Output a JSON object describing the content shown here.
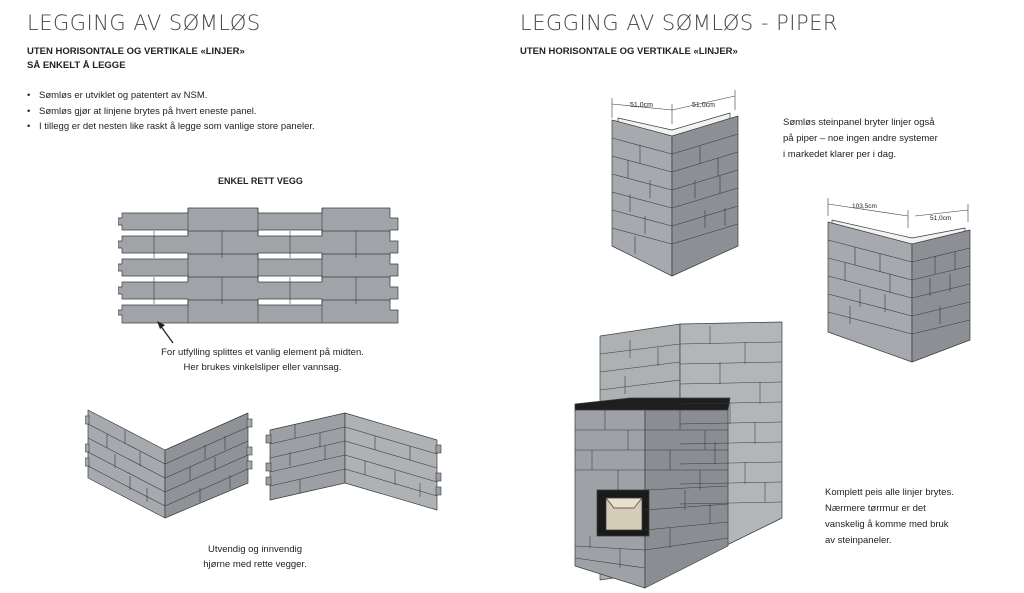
{
  "left": {
    "title": "LEGGING AV SØMLØS",
    "subtitle_line1": "UTEN HORISONTALE OG VERTIKALE «LINJER»",
    "subtitle_line2": "SÅ ENKELT Å LEGGE",
    "bullets": [
      "Sømløs er utviklet og patentert av NSM.",
      "Sømløs gjør at linjene brytes på hvert eneste panel.",
      "I tillegg er det nesten like raskt å legge som vanlige store paneler."
    ],
    "wall_label": "ENKEL RETT VEGG",
    "wall_caption_line1": "For utfylling splittes et vanlig element på midten.",
    "wall_caption_line2": "Her brukes vinkelsliper eller vannsag.",
    "corner_caption_line1": "Utvendig og innvendig",
    "corner_caption_line2": "hjørne med rette vegger."
  },
  "right": {
    "title": "LEGGING AV SØMLØS - PIPER",
    "subtitle": "UTEN HORISONTALE OG VERTIKALE «LINJER»",
    "chimney1_dim_a": "51,0cm",
    "chimney1_dim_b": "51,0cm",
    "chimney2_dim_a": "103,5cm",
    "chimney2_dim_b": "51,0cm",
    "chimney_text_line1": "Sømløs steinpanel bryter linjer også",
    "chimney_text_line2": "på piper – noe ingen andre systemer",
    "chimney_text_line3": "i markedet klarer per i dag.",
    "fireplace_text_line1": "Komplett peis alle linjer brytes.",
    "fireplace_text_line2": "Nærmere tørrmur er det",
    "fireplace_text_line3": "vanskelig å komme med bruk",
    "fireplace_text_line4": "av steinpaneler."
  },
  "colors": {
    "stone": "#a0a4a8",
    "stone_dark": "#7f8387",
    "stone_light": "#b6b9bc",
    "line": "#3a3a3a",
    "firebox": "#1a1a1a"
  }
}
